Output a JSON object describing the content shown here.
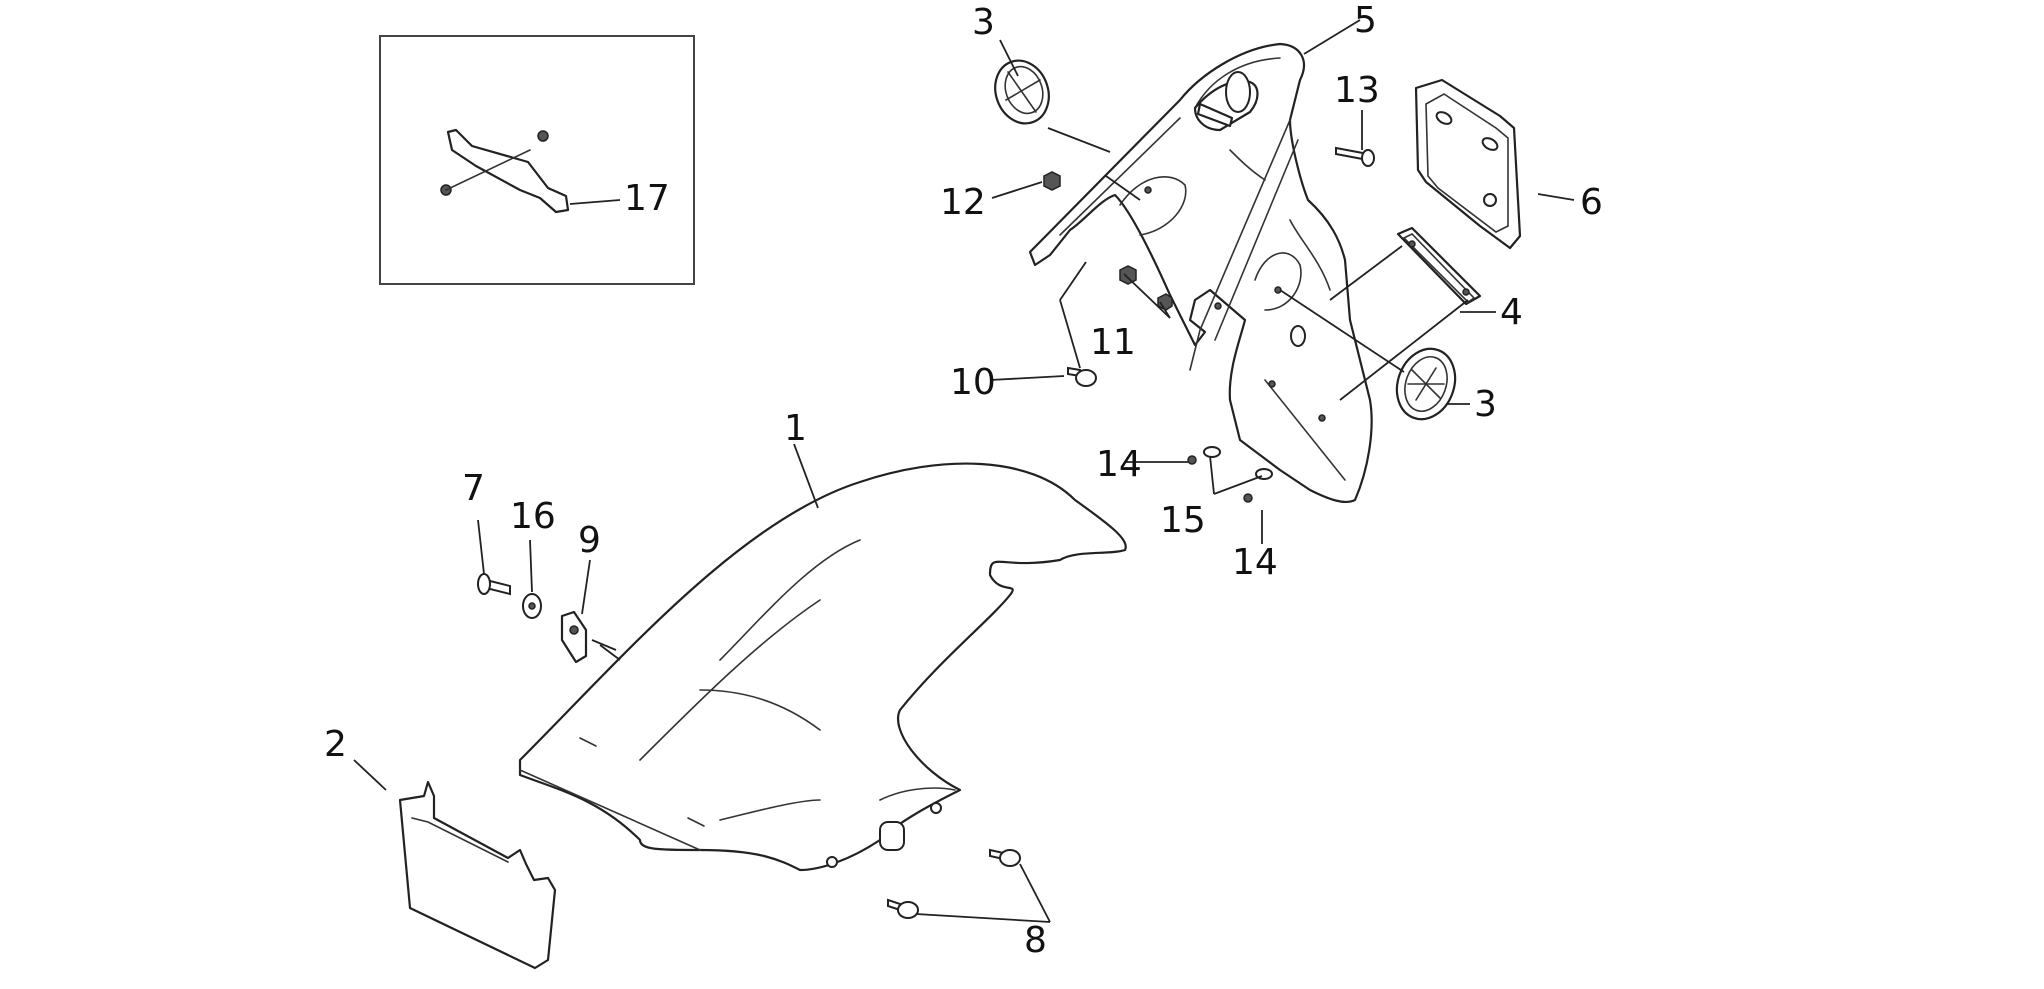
{
  "callouts": {
    "c1": "1",
    "c2": "2",
    "c3a": "3",
    "c3b": "3",
    "c4": "4",
    "c5": "5",
    "c6": "6",
    "c7": "7",
    "c8": "8",
    "c9": "9",
    "c10": "10",
    "c11": "11",
    "c12": "12",
    "c13": "13",
    "c14a": "14",
    "c14b": "14",
    "c15": "15",
    "c16": "16",
    "c17": "17"
  },
  "colors": {
    "line": "#222222",
    "background": "#ffffff"
  }
}
